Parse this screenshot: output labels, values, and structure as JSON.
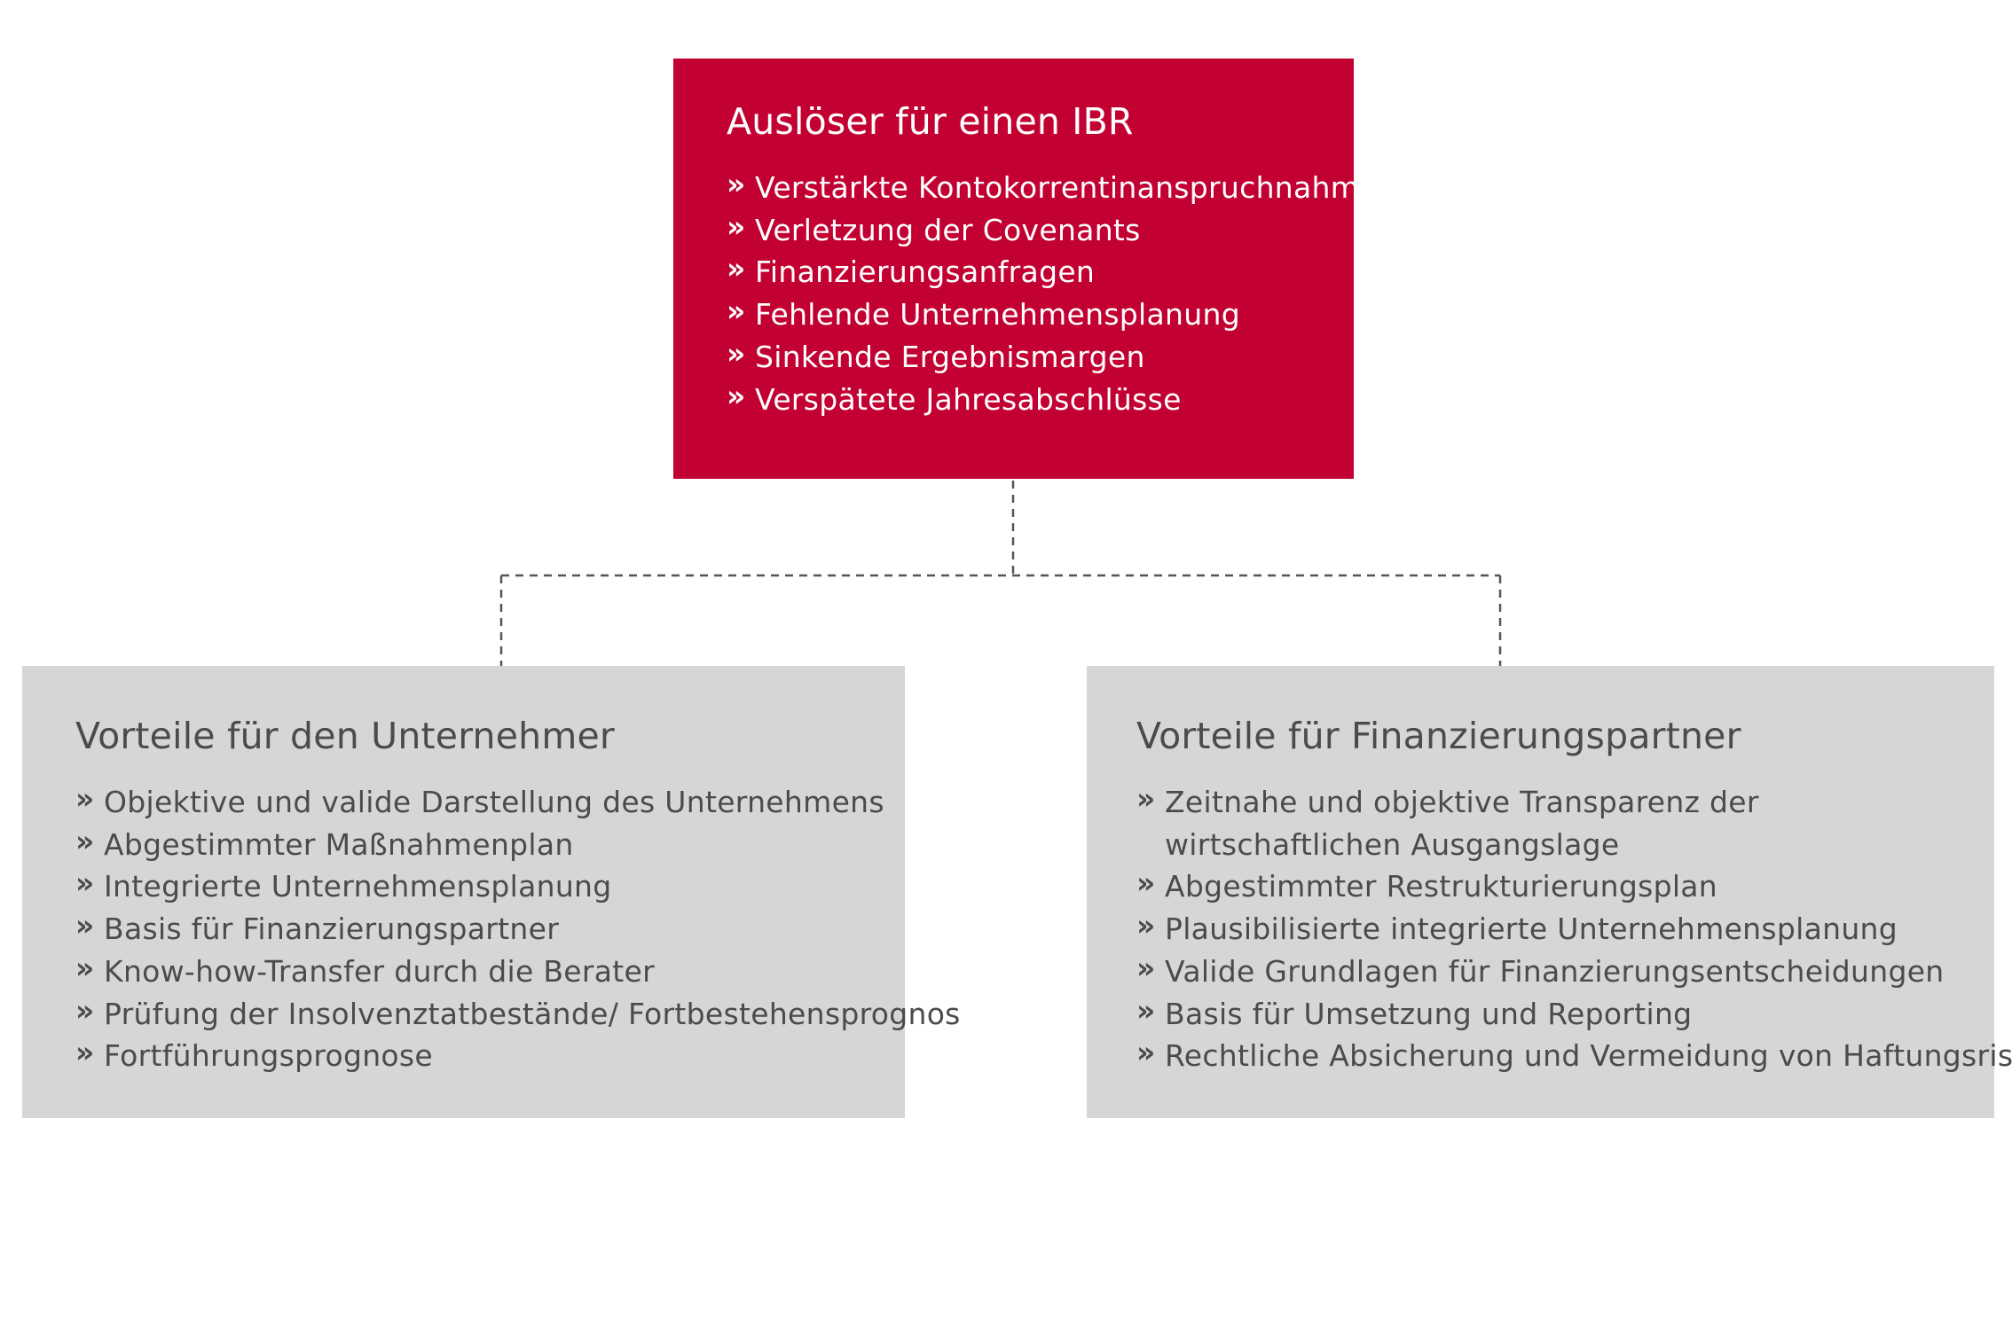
{
  "colors": {
    "trigger_box": "#c20032",
    "benefit_box": "#d6d6d8",
    "benefit_text": "#4b4b4d",
    "connector": "#555555"
  },
  "bullet_glyph": "»",
  "trigger": {
    "title": "Auslöser für einen IBR",
    "items": [
      "Verstärkte Kontokorrentinanspruchnahme",
      "Verletzung der Covenants",
      "Finanzierungsanfragen",
      "Fehlende Unternehmensplanung",
      "Sinkende Ergebnismargen",
      "Verspätete Jahresabschlüsse"
    ]
  },
  "entrepreneur_benefits": {
    "title": "Vorteile für den Unternehmer",
    "items": [
      "Objektive und valide Darstellung des Unternehmens",
      "Abgestimmter Maßnahmenplan",
      "Integrierte Unternehmensplanung",
      "Basis für Finanzierungspartner",
      "Know-how-Transfer durch die Berater",
      "Prüfung der Insolvenztatbestände/ Fortbestehensprognos",
      "Fortführungsprognose"
    ]
  },
  "financing_partner_benefits": {
    "title": "Vorteile für Finanzierungspartner",
    "items": [
      "Zeitnahe und objektive Transparenz der wirtschaftlichen Ausgangslage",
      "Abgestimmter Restrukturierungsplan",
      "Plausibilisierte integrierte Unternehmensplanung",
      "Valide Grundlagen für Finanzierungsentscheidungen",
      "Basis für Umsetzung und Reporting",
      "Rechtliche Absicherung und Vermeidung von Haftungsrisiken"
    ]
  }
}
